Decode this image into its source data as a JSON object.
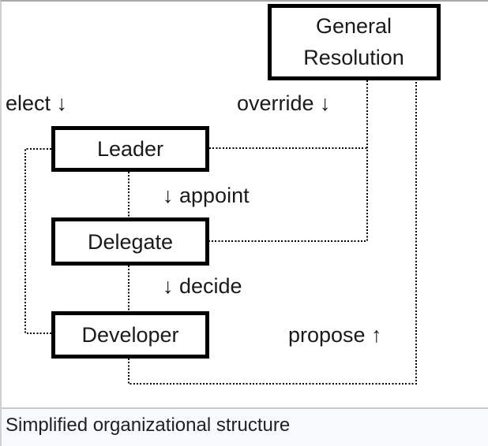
{
  "figure": {
    "nodes": {
      "general_resolution_line1": "General",
      "general_resolution_line2": "Resolution",
      "leader": "Leader",
      "delegate": "Delegate",
      "developer": "Developer"
    },
    "edge_labels": {
      "elect": "elect ↓",
      "override": "override ↓",
      "appoint": "↓ appoint",
      "decide": "↓ decide",
      "propose": "propose ↑"
    }
  },
  "caption": {
    "text": "Simplified organizational structure"
  },
  "colors": {
    "line": "#000000",
    "box-border": "#000000",
    "box-fill": "#ffffff",
    "text": "#1a1a1a",
    "canvas-bg": "#ffffff",
    "frame-top": "#a9a9a9",
    "frame-left": "#cdd0d2",
    "caption-bg": "#f8f9fa",
    "caption-border": "#c8ccd1",
    "caption-text": "#202122"
  }
}
